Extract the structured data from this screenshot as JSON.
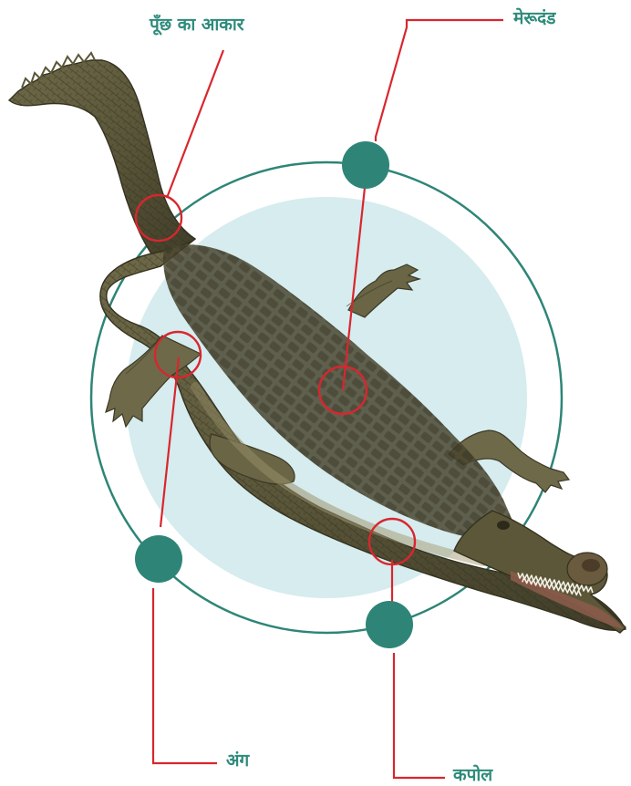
{
  "colors": {
    "label_text": "#2e8b7b",
    "leader_line": "#d9262e",
    "node_fill": "#2e8577",
    "ring_stroke": "#2e8577",
    "disc_fill": "#d6ecef",
    "body_dark": "#4e4a33",
    "body_mid": "#76714f",
    "body_light": "#a29a72"
  },
  "labels": {
    "tail_shape": "पूँछ का आकार",
    "spine": "मेरूदंड",
    "limb": "अंग",
    "jaw": "कपोल"
  },
  "subject": {
    "icon": "gharial-icon"
  }
}
